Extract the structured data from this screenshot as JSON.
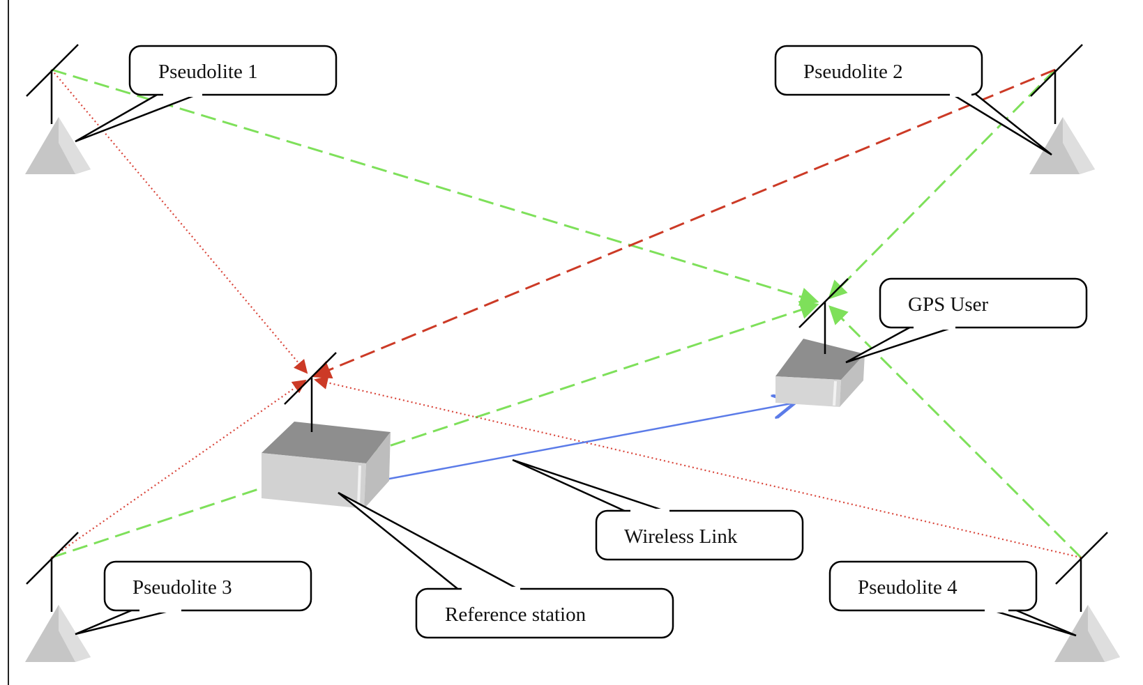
{
  "labels": {
    "pseudolite_1": "Pseudolite 1",
    "pseudolite_2": "Pseudolite 2",
    "pseudolite_3": "Pseudolite 3",
    "pseudolite_4": "Pseudolite 4",
    "gps_user": "GPS User",
    "reference_station": "Reference station",
    "wireless_link": "Wireless Link"
  },
  "colors": {
    "to_user_signal": "#7ee05a",
    "to_reference_dashed": "#cc3a26",
    "to_reference_dotted": "#d9453a",
    "wireless_link": "#5b7be8",
    "pseudolite_body": "#c8c8c8",
    "station_top": "#8c8c8c",
    "station_side": "#d4d4d4"
  }
}
